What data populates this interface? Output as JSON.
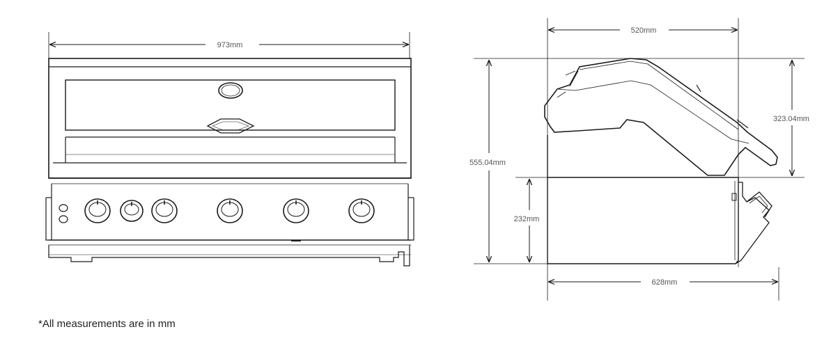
{
  "dimensions": {
    "front_width": "973mm",
    "side_depth_top": "520mm",
    "side_depth_bottom": "628mm",
    "total_height": "555.04mm",
    "hood_height": "323.04mm",
    "base_height": "232mm"
  },
  "footnote": "*All measurements are in mm",
  "colors": {
    "line": "#1a1a1a",
    "dim_text": "#555555"
  }
}
